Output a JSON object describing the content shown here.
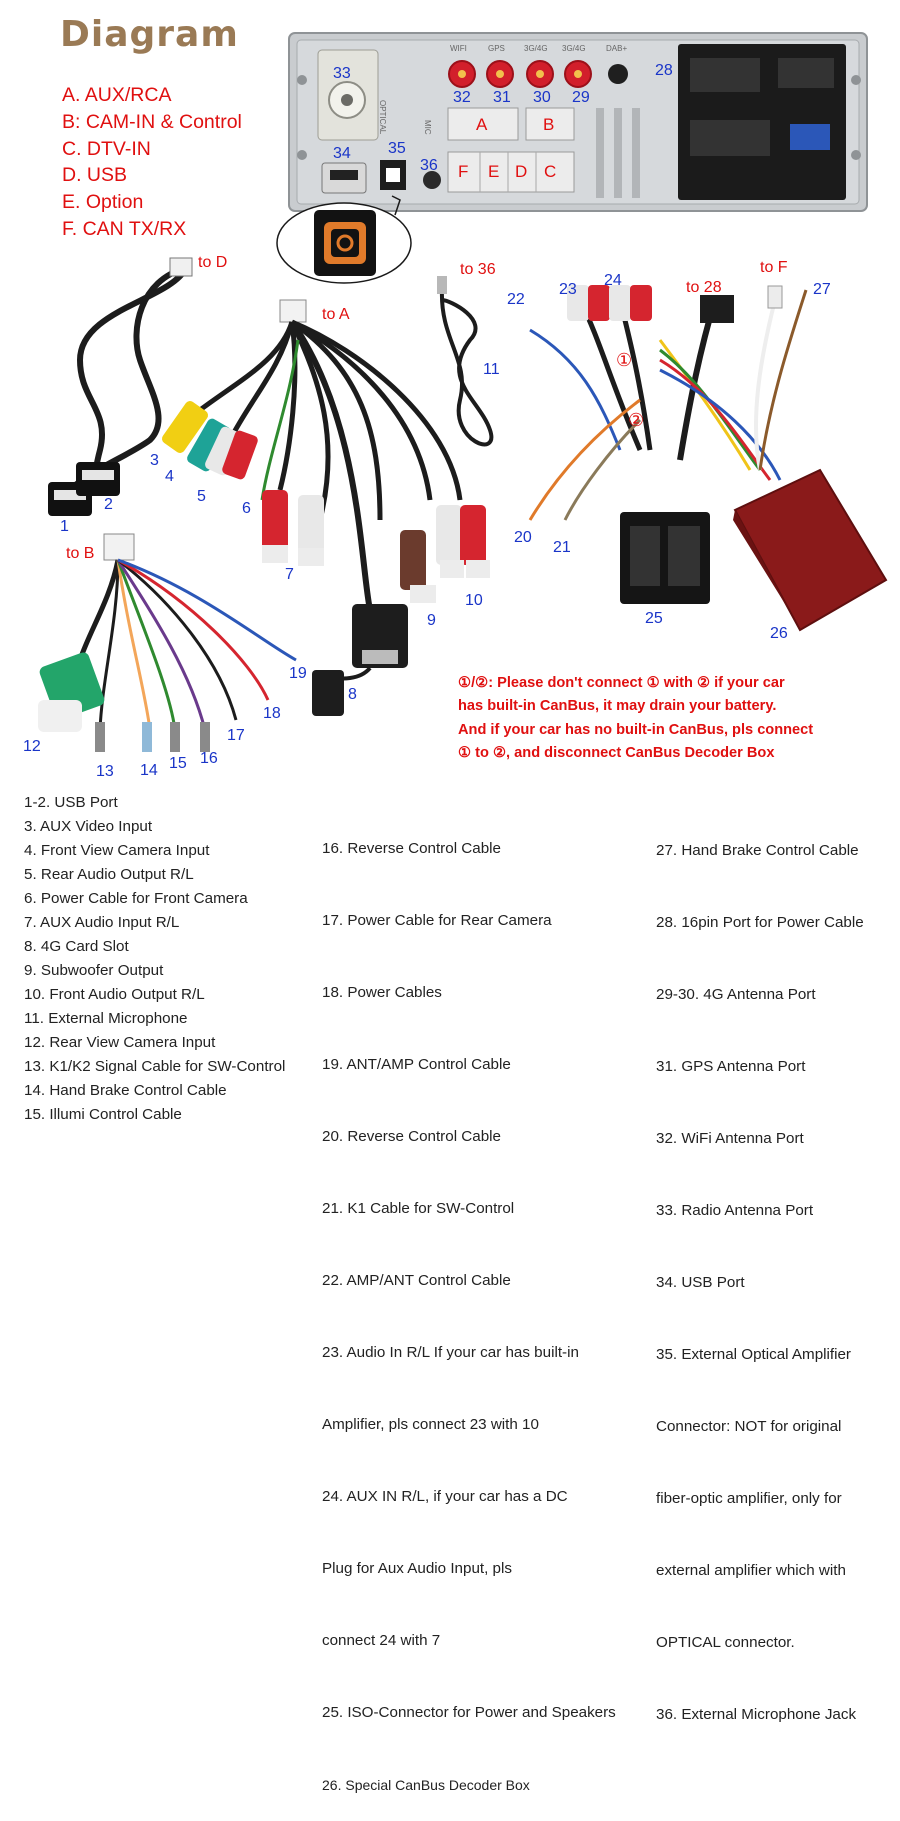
{
  "title": "Diagram",
  "legend": [
    "A. AUX/RCA",
    "B: CAM-IN & Control",
    "C. DTV-IN",
    "D. USB",
    "E. Option",
    "F. CAN TX/RX"
  ],
  "unit": {
    "antenna_labels": [
      "WIFI",
      "GPS",
      "3G/4G",
      "3G/4G",
      "DAB+"
    ],
    "port_letters": [
      "A",
      "B",
      "F",
      "E",
      "D",
      "C"
    ],
    "optical_text": "OPTICAL",
    "mic_text": "MIC"
  },
  "numbers": {
    "n1": "1",
    "n2": "2",
    "n3": "3",
    "n4": "4",
    "n5": "5",
    "n6": "6",
    "n7": "7",
    "n8": "8",
    "n9": "9",
    "n10": "10",
    "n11": "11",
    "n12": "12",
    "n13": "13",
    "n14": "14",
    "n15": "15",
    "n16": "16",
    "n17": "17",
    "n18": "18",
    "n19": "19",
    "n20": "20",
    "n21": "21",
    "n22": "22",
    "n23": "23",
    "n24": "24",
    "n25": "25",
    "n26": "26",
    "n27": "27",
    "n28": "28",
    "n29": "29",
    "n30": "30",
    "n31": "31",
    "n32": "32",
    "n33": "33",
    "n34": "34",
    "n35": "35",
    "n36": "36"
  },
  "to_labels": {
    "d": "to D",
    "a": "to A",
    "b": "to B",
    "n36": "to 36",
    "n28": "to 28",
    "f": "to F"
  },
  "circle_marks": [
    "①",
    "②"
  ],
  "warning": [
    "①/②: Please don't connect ① with ② if your car",
    "has built-in CanBus, it may drain your battery.",
    "And if your car has no built-in CanBus, pls connect",
    "① to ②, and disconnect CanBus Decoder Box"
  ],
  "descriptions": {
    "col1": [
      "1-2. USB Port",
      "3. AUX Video Input",
      "4. Front View Camera Input",
      "5. Rear Audio Output R/L",
      "6. Power Cable for Front Camera",
      "7. AUX Audio Input R/L",
      "8. 4G Card Slot",
      "9. Subwoofer Output",
      "10. Front Audio Output R/L",
      "11. External Microphone",
      "12. Rear View Camera Input",
      "13. K1/K2 Signal Cable for SW-Control",
      "14. Hand Brake Control Cable",
      "15. Illumi Control Cable"
    ],
    "col2": [
      "16. Reverse Control Cable",
      "17. Power Cable for Rear Camera",
      "18. Power Cables",
      "19. ANT/AMP Control Cable",
      "20. Reverse Control Cable",
      "21. K1 Cable for SW-Control",
      "22. AMP/ANT Control Cable",
      "23. Audio In R/L If your car has built-in",
      "      Amplifier, pls connect 23 with 10",
      "24. AUX IN R/L, if your car has a DC",
      "      Plug for Aux Audio Input, pls",
      "      connect 24 with 7",
      "25. ISO-Connector for Power and Speakers",
      "26. Special CanBus Decoder Box"
    ],
    "col3": [
      "27. Hand Brake Control Cable",
      "28. 16pin Port for Power Cable",
      "29-30. 4G Antenna Port",
      "31. GPS Antenna Port",
      "32. WiFi Antenna Port",
      "33. Radio Antenna Port",
      "34. USB Port",
      "35. External Optical Amplifier",
      "      Connector: NOT for original",
      "      fiber-optic amplifier, only for",
      "      external amplifier which with",
      "      OPTICAL connector.",
      "36. External Microphone Jack"
    ]
  },
  "colors": {
    "label_blue": "#1a35c8",
    "accent_red": "#e01010",
    "title_brown": "#9a7a55",
    "unit_silver": "#c9cccf",
    "decoder_box": "#8a1a1a"
  }
}
